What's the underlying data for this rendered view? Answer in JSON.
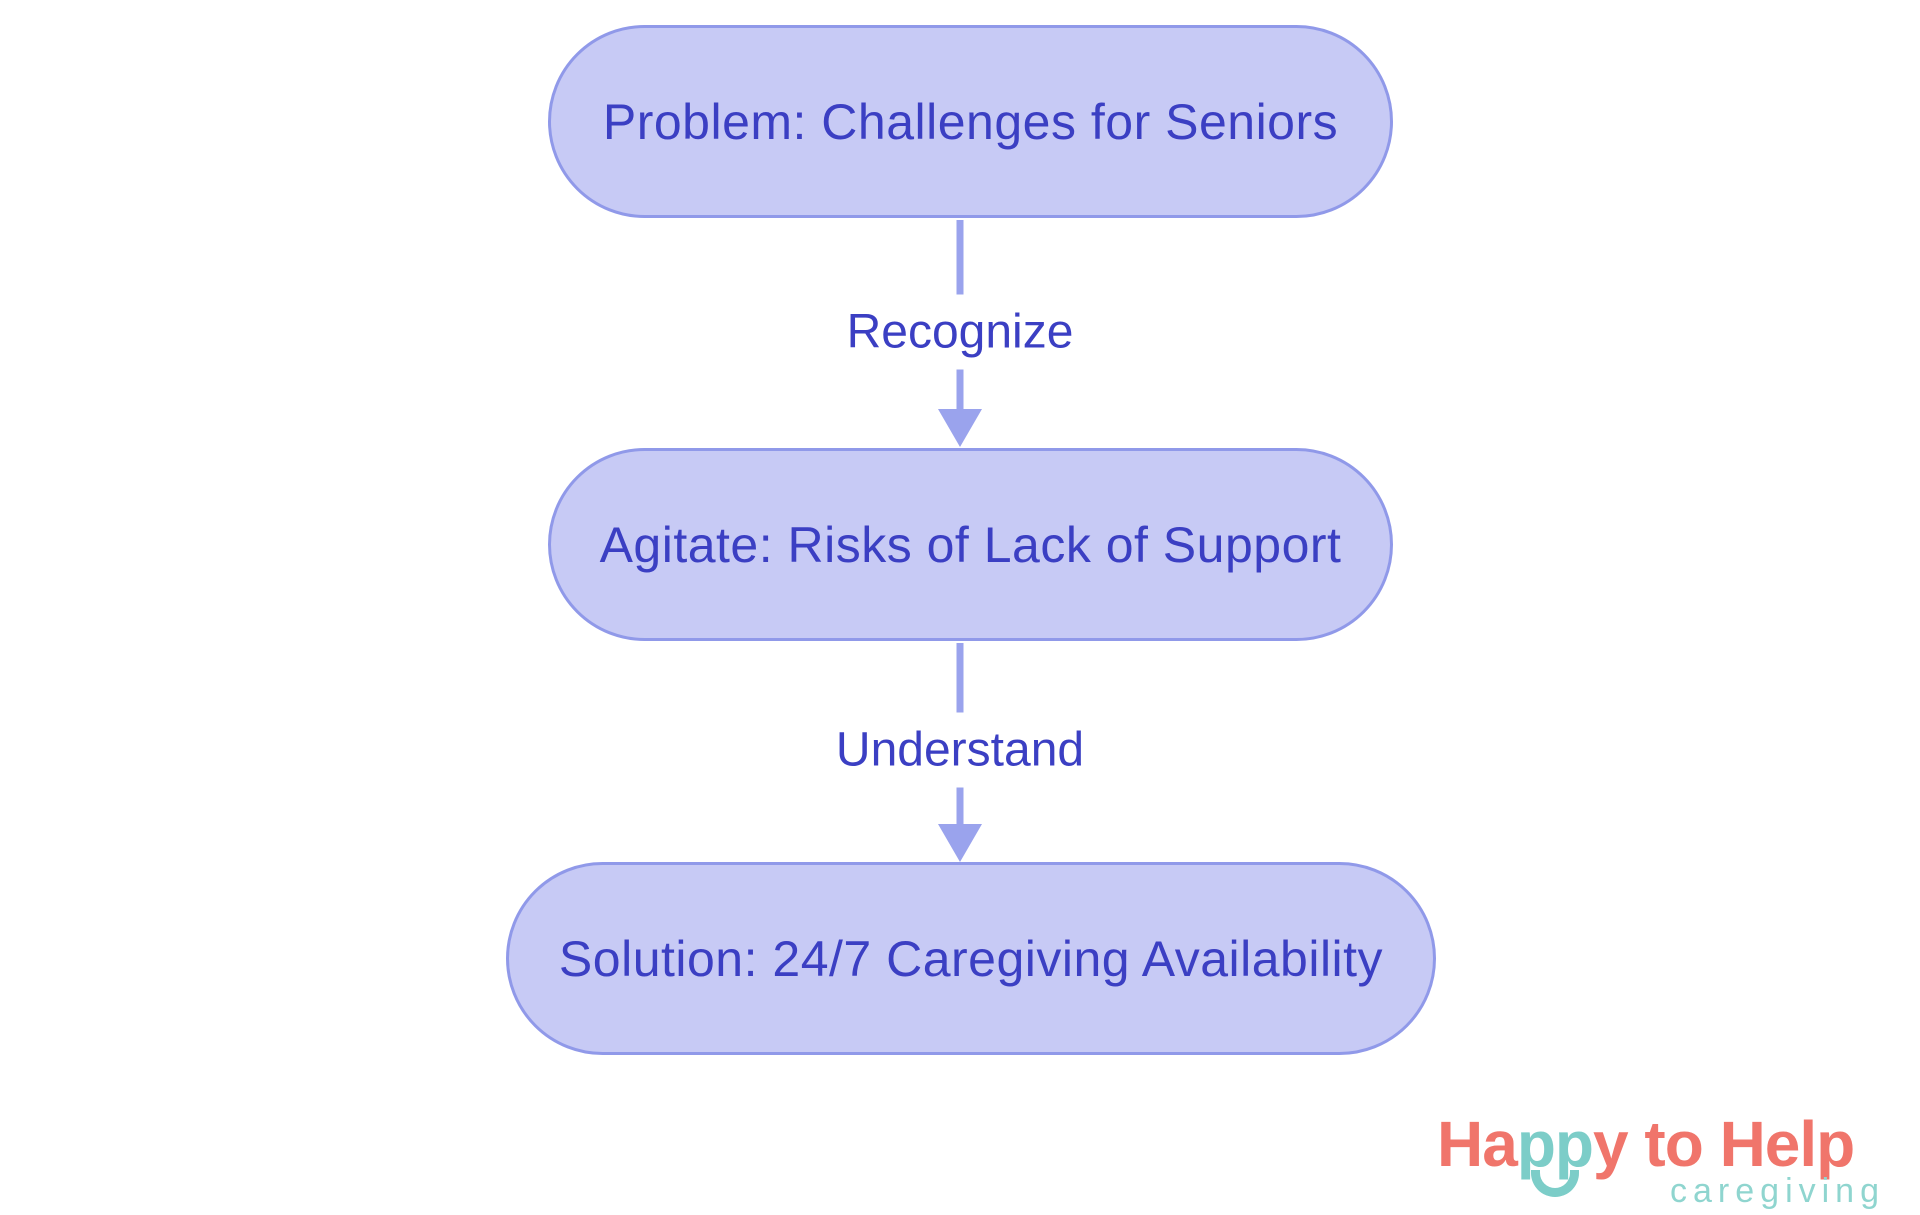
{
  "palette": {
    "node_fill": "#C7CAF5",
    "node_border": "#9099E9",
    "node_text": "#3B3FC3",
    "arrow": "#9AA3ED",
    "edge_label_text": "#3B3FC3",
    "logo_coral": "#F0756B",
    "logo_teal": "#7CCDC8",
    "logo_tagline": "#8FD5CF",
    "canvas_bg": "#FFFFFF"
  },
  "flowchart": {
    "nodes": [
      {
        "id": "problem",
        "label": "Problem: Challenges for Seniors"
      },
      {
        "id": "agitate",
        "label": "Agitate: Risks of Lack of Support"
      },
      {
        "id": "solution",
        "label": "Solution: 24/7 Caregiving Availability"
      }
    ],
    "edges": [
      {
        "from": "problem",
        "to": "agitate",
        "label": "Recognize"
      },
      {
        "from": "agitate",
        "to": "solution",
        "label": "Understand"
      }
    ]
  },
  "logo": {
    "brand_prefix": "Ha",
    "brand_mid": "pp",
    "brand_suffix": "y to Help",
    "tagline": "caregiving"
  }
}
